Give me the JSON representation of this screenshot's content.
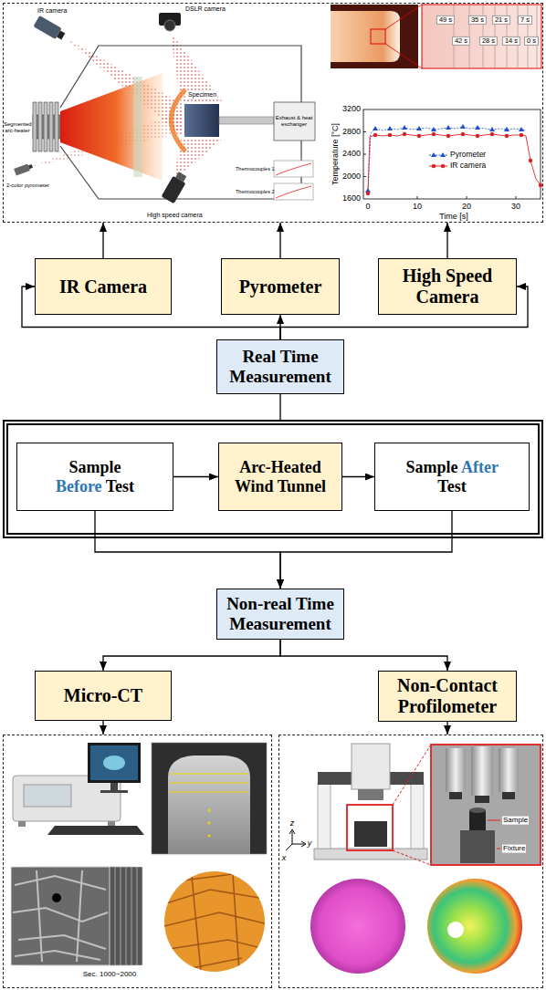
{
  "diagram": {
    "nodes": [
      {
        "text": []
      },
      {
        "text": [
          "IR Camera"
        ]
      },
      {
        "text": [
          "Pyrometer"
        ]
      },
      {
        "text": [
          "High Speed Camera"
        ]
      },
      {
        "text": [
          "Real Time Measurement"
        ]
      },
      {
        "text": []
      },
      {
        "text": [
          "Sample Before Test"
        ],
        "in": 5
      },
      {
        "text": [
          "Arc-Heated Wind Tunnel"
        ],
        "in": 5
      },
      {
        "text": [
          "Sample After Test"
        ],
        "in": 5
      },
      {
        "text": [
          "Non-real Time Measurement"
        ]
      },
      {
        "text": [
          "Micro-CT"
        ]
      },
      {
        "text": [
          "Non-Contact Profilometer"
        ]
      },
      {
        "text": []
      },
      {
        "text": []
      }
    ],
    "edges": [
      {
        "from": 1,
        "to": 0,
        "arrow": "to"
      },
      {
        "from": 2,
        "to": 0,
        "arrow": "to"
      },
      {
        "from": 3,
        "to": 0,
        "arrow": "to"
      },
      {
        "from": 4,
        "to": 1,
        "arrow": "to"
      },
      {
        "from": 4,
        "to": 2,
        "arrow": "to"
      },
      {
        "from": 4,
        "to": 3,
        "arrow": "to"
      },
      {
        "from": 5,
        "to": 4,
        "arrow": "none"
      },
      {
        "from": 6,
        "to": 7,
        "arrow": "to"
      },
      {
        "from": 7,
        "to": 8,
        "arrow": "to"
      },
      {
        "from": 6,
        "to": 9,
        "arrow": "to"
      },
      {
        "from": 8,
        "to": 9,
        "arrow": "to"
      },
      {
        "from": 9,
        "to": 10,
        "arrow": "to"
      },
      {
        "from": 9,
        "to": 11,
        "arrow": "to"
      },
      {
        "from": 10,
        "to": 12,
        "arrow": "to"
      },
      {
        "from": 11,
        "to": 13,
        "arrow": "to"
      }
    ],
    "labels": [
      "IR camera",
      "DSLR camera",
      "Specimen",
      "Exhaust & heat exchanger",
      "Segmented arc-heater",
      "2-color pyrometer",
      "High speed camera",
      "Thermocouples 1",
      "Thermocouples 2",
      "49 s",
      "35 s",
      "21 s",
      "7 s",
      "42 s",
      "28 s",
      "14 s",
      "0 s",
      "3200",
      "2800",
      "2400",
      "2000",
      "1600",
      "0",
      "10",
      "20",
      "30",
      "Temperature [°C]",
      "Time [s]",
      "Sec. 1000~2000",
      "Sample",
      "Fixture",
      "z",
      "y",
      "x"
    ],
    "legend": [
      {
        "text": "Pyrometer"
      },
      {
        "text": "IR camera"
      }
    ]
  }
}
